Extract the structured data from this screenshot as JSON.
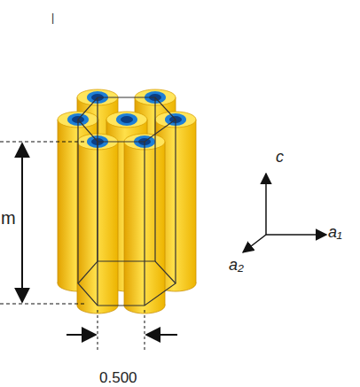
{
  "diagram": {
    "labels": [
      "|",
      "m",
      "0.500",
      "c",
      "a₁",
      "a₂"
    ]
  }
}
